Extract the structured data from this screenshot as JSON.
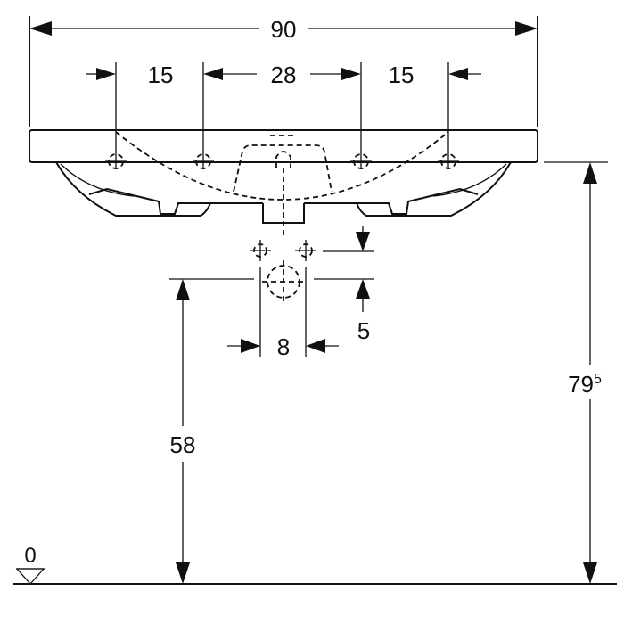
{
  "title": "Washbasin installation dimensions",
  "dimensions": {
    "total_width": "90",
    "left_offset": "15",
    "center_spacing": "28",
    "right_offset": "15",
    "drop": "5",
    "fixture_spacing": "8",
    "fixture_height": "58",
    "basin_height": "79",
    "basin_height_sup": "5",
    "floor_level": "0"
  }
}
